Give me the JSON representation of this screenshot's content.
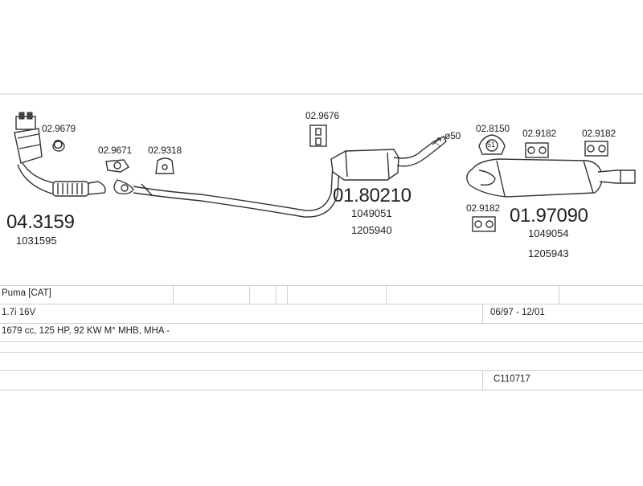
{
  "parts": {
    "p043159": {
      "code": "04.3159",
      "ref1": "1031595"
    },
    "p029679": {
      "code": "02.9679",
      "glyph": "O"
    },
    "p029671": {
      "code": "02.9671"
    },
    "p029318": {
      "code": "02.9318"
    },
    "p029676": {
      "code": "02.9676"
    },
    "p0180210": {
      "code": "01.80210",
      "ref1": "1049051",
      "ref2": "1205940"
    },
    "pipe_diameter": {
      "label": "ø50"
    },
    "p028150": {
      "code": "02.8150",
      "badge": "51"
    },
    "p029182a": {
      "code": "02.9182"
    },
    "p029182b": {
      "code": "02.9182"
    },
    "p029182c": {
      "code": "02.9182"
    },
    "p0197090": {
      "code": "01.97090",
      "ref1": "1049054",
      "ref2": "1205943"
    }
  },
  "vehicle_table": {
    "model": "Puma  [CAT]",
    "engine": "1.7i 16V",
    "production": "06/97 - 12/01",
    "specs": "1679 cc, 125 HP, 92 KW M° MHB, MHA -",
    "catalog_number": "C110717"
  }
}
